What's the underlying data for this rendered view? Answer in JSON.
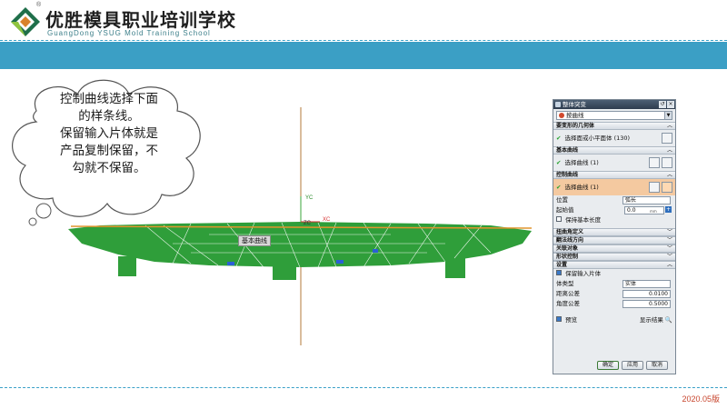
{
  "header": {
    "title": "优胜模具职业培训学校",
    "subtitle": "GuangDong YSUG Mold Training School",
    "registered": "®",
    "accent_color": "#3b9fc5"
  },
  "callout": {
    "line1": "控制曲线选择下面",
    "line2": "的样条线。",
    "line3": "保留输入片体就是",
    "line4": "产品复制保留，不",
    "line5": "勾就不保留。"
  },
  "model": {
    "label": "基本曲线",
    "axis_zc": "ZC",
    "axis_yc": "YC",
    "axis_xc": "XC"
  },
  "dialog": {
    "title": "整体突变",
    "type_value": "按曲线",
    "sections": {
      "geometry": "要变形的几何体",
      "base_curve": "基本曲线",
      "control_curve": "控制曲线",
      "twist": "扭曲角定义",
      "normal": "翻法线方向",
      "associated": "关联对象",
      "shape": "形状控制",
      "settings": "设置"
    },
    "geometry_select": "选择面或小平面体 (130)",
    "base_select": "选择曲线 (1)",
    "control_select": "选择曲线 (1)",
    "position_label": "位置",
    "position_value": "弧长",
    "start_label": "起始值",
    "start_value": "0.0",
    "start_unit": "mm",
    "keep_length": "保持基本长度",
    "keep_input": "保留输入片体",
    "body_type_label": "体类型",
    "body_type_value": "实体",
    "dist_tol_label": "距离公差",
    "dist_tol_value": "0.0100",
    "angle_tol_label": "角度公差",
    "angle_tol_value": "0.5000",
    "preview_label": "预览",
    "show_result": "显示结果",
    "ok": "确定",
    "apply": "应用",
    "cancel": "取消"
  },
  "footer": {
    "version": "2020.05版"
  }
}
